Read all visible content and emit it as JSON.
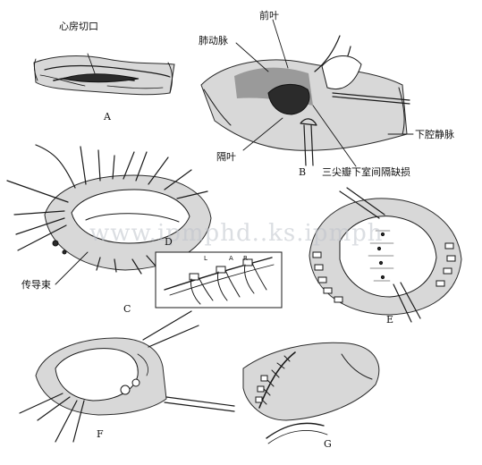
{
  "watermark": "www.ipmphd..ks.ipmph",
  "panels": {
    "a": {
      "letter": "A",
      "label_incision": "心房切口"
    },
    "b": {
      "letter": "B",
      "label_anterior_leaflet": "前叶",
      "label_pulmonary_artery": "肺动脉",
      "label_ivc": "下腔静脉",
      "label_septal_leaflet": "隔叶",
      "label_defect": "三尖瓣下室间隔缺损"
    },
    "c": {
      "letter": "C",
      "label_conduction": "传导束"
    },
    "d": {
      "letter": "D",
      "marks": [
        "L",
        "A",
        "R"
      ]
    },
    "e": {
      "letter": "E"
    },
    "f": {
      "letter": "F"
    },
    "g": {
      "letter": "G"
    }
  }
}
